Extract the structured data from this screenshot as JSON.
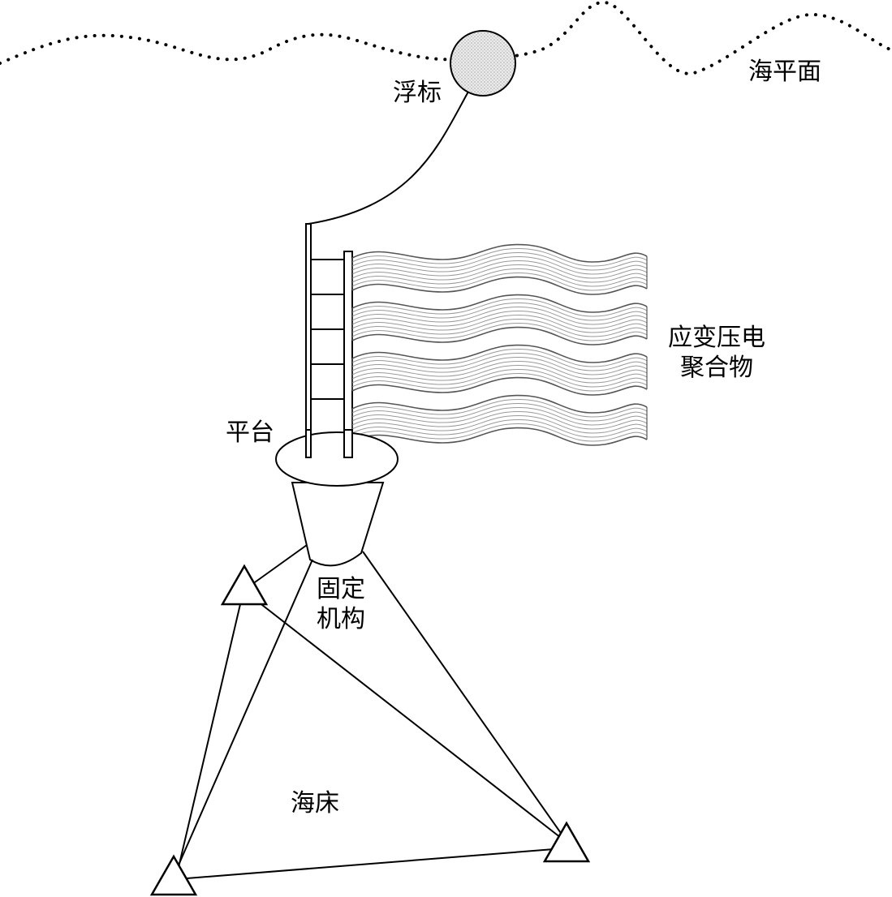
{
  "labels": {
    "sea_surface": "海平面",
    "buoy": "浮标",
    "platform": "平台",
    "polymer_line1": "应变压电",
    "polymer_line2": "聚合物",
    "anchor_line1": "固定",
    "anchor_line2": "机构",
    "seabed": "海床"
  },
  "colors": {
    "stroke": "#000000",
    "background": "#ffffff",
    "buoy_fill": "#e6e6e6",
    "ribbon_stroke": "#9a9a9a"
  }
}
